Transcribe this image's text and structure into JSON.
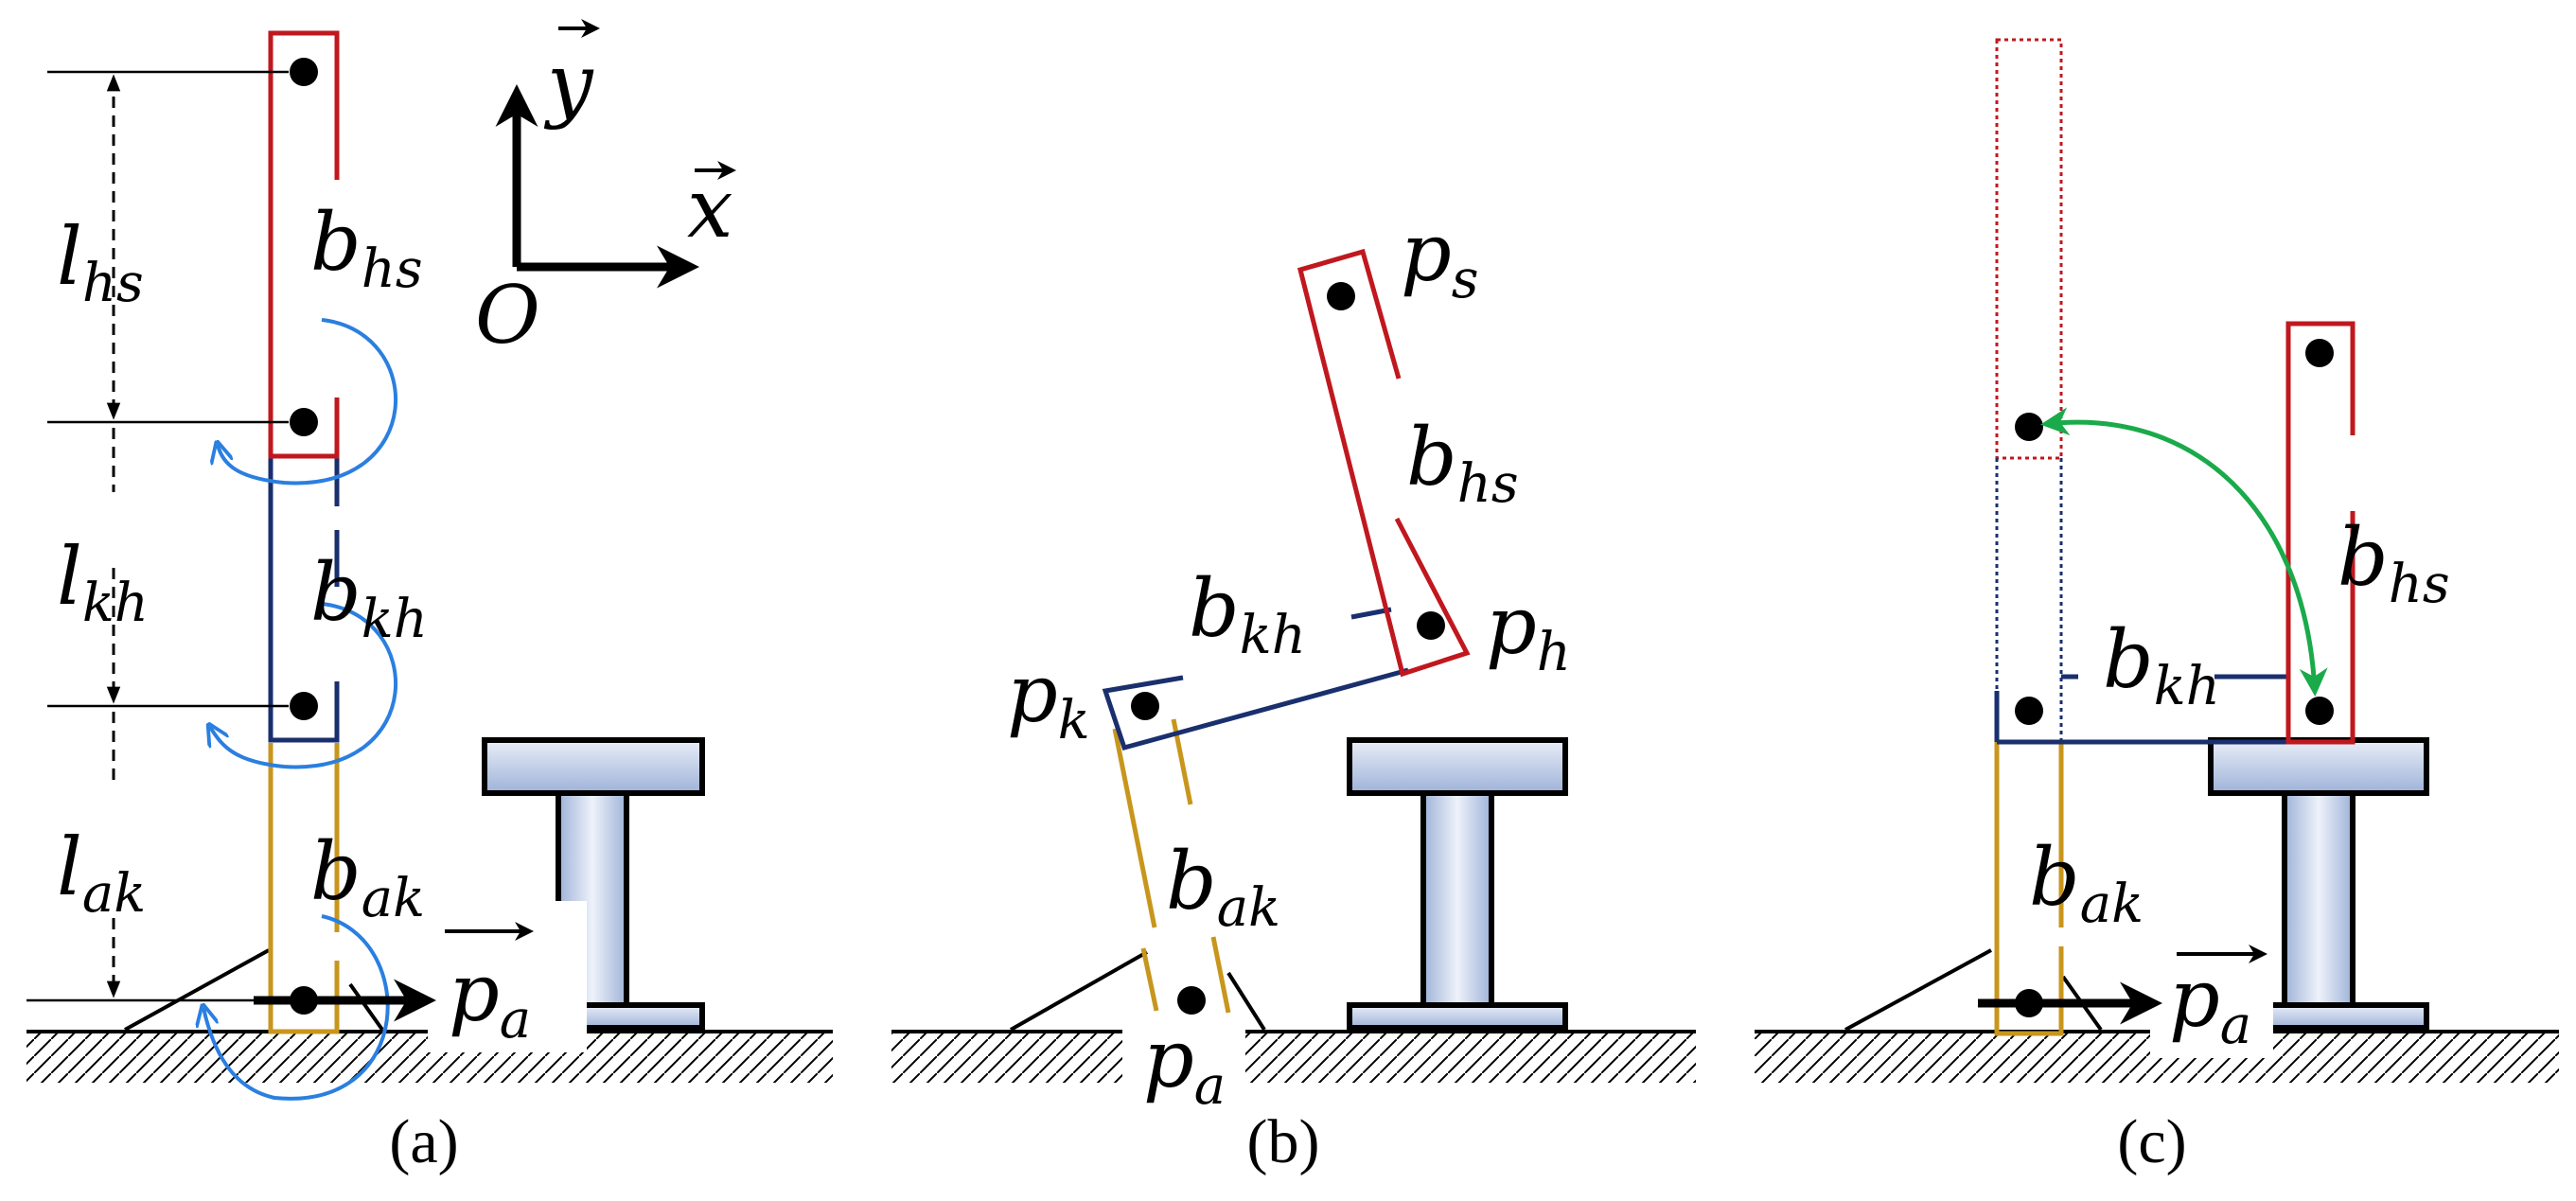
{
  "panels": {
    "a": {
      "caption": "(a)",
      "lengths": [
        {
          "base": "l",
          "sub": "hs"
        },
        {
          "base": "l",
          "sub": "kh"
        },
        {
          "base": "l",
          "sub": "ak"
        }
      ],
      "segments": [
        {
          "base": "b",
          "sub": "hs"
        },
        {
          "base": "b",
          "sub": "kh"
        },
        {
          "base": "b",
          "sub": "ak"
        }
      ],
      "axes": {
        "y": "y",
        "x": "x",
        "origin": "O"
      },
      "vector": {
        "base": "p",
        "sub": "a"
      }
    },
    "b": {
      "caption": "(b)",
      "points": [
        {
          "base": "p",
          "sub": "s"
        },
        {
          "base": "p",
          "sub": "h"
        },
        {
          "base": "p",
          "sub": "k"
        },
        {
          "base": "p",
          "sub": "a"
        }
      ],
      "segments": [
        {
          "base": "b",
          "sub": "hs"
        },
        {
          "base": "b",
          "sub": "kh"
        },
        {
          "base": "b",
          "sub": "ak"
        }
      ]
    },
    "c": {
      "caption": "(c)",
      "segments": [
        {
          "base": "b",
          "sub": "hs"
        },
        {
          "base": "b",
          "sub": "kh"
        },
        {
          "base": "b",
          "sub": "ak"
        }
      ],
      "vector": {
        "base": "p",
        "sub": "a"
      }
    }
  },
  "colors": {
    "hs_link": "#c0181e",
    "kh_link": "#1a2f6e",
    "ak_link": "#c8961c",
    "rotation_arrow": "#2a7fe0",
    "motion_arrow": "#1aaa4a",
    "chair_fill_top": "#e9eef8",
    "chair_fill_bottom": "#9eb2d8"
  }
}
